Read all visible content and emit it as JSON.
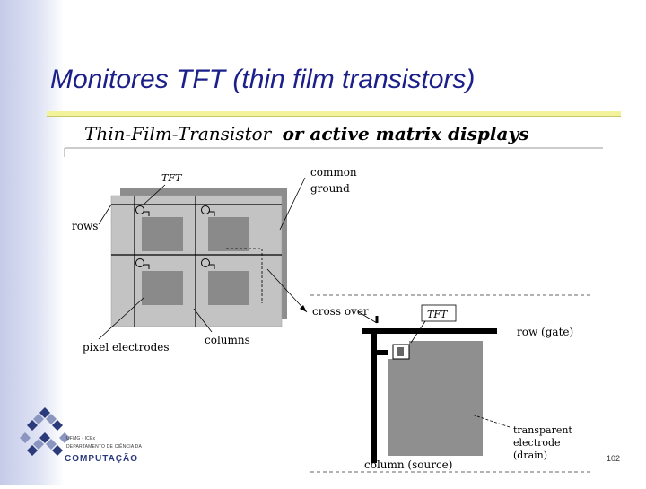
{
  "slide": {
    "title": "Monitores TFT (thin film transistors)",
    "page_number": "102"
  },
  "figure": {
    "heading_part1": "Thin-Film-Transistor",
    "heading_part2": "or active matrix displays",
    "labels": {
      "tft_top": "TFT",
      "common_line1": "common",
      "common_line2": "ground",
      "rows": "rows",
      "pixel_electrodes": "pixel electrodes",
      "columns": "columns",
      "cross_over": "cross over",
      "tft_detail": "TFT",
      "row_gate": "row (gate)",
      "transparent_line1": "transparent",
      "transparent_line2": "electrode",
      "transparent_line3": "(drain)",
      "column_source": "column (source)"
    }
  },
  "logo": {
    "line1": "UFMG - ICEx",
    "line2": "DEPARTAMENTO DE CIÊNCIA DA",
    "line3": "COMPUTAÇÃO"
  },
  "colors": {
    "title": "#1b1f8a",
    "left_bar": "#c4cbe8",
    "rule": "#f2f29a",
    "panel": "#c0c0c0",
    "pixel": "#8a8a8a"
  }
}
